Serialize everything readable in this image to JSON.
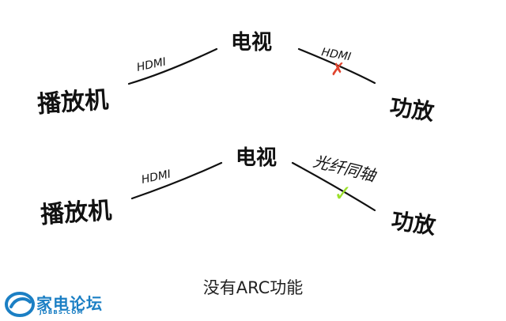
{
  "diagram_top": {
    "player": "播放机",
    "tv": "电视",
    "amp": "功放",
    "link_left": "HDMI",
    "link_right": "HDMI",
    "mark": "✗",
    "mark_color": "#e0442e"
  },
  "diagram_bottom": {
    "player": "播放机",
    "tv": "电视",
    "amp": "功放",
    "link_left": "HDMI",
    "link_right": "光纤同轴",
    "mark": "✓",
    "mark_color": "#9be02a"
  },
  "caption": "没有ARC功能",
  "logo": {
    "name": "家电论坛",
    "url": "JDBBS.COM",
    "color": "#1b7fc4"
  }
}
